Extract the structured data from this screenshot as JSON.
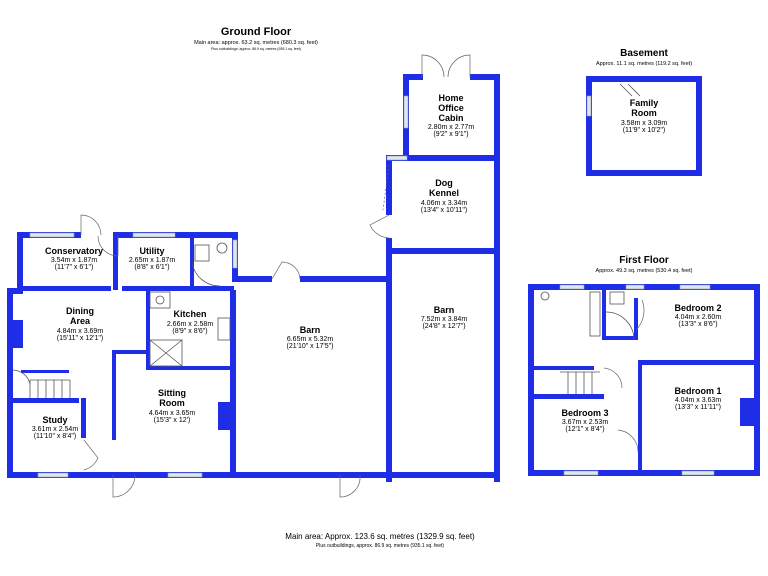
{
  "ground_floor": {
    "title": "Ground Floor",
    "main_area": "Main area: approx. 63.2 sq. metres (680.3 sq. feet)",
    "outbuildings": "Plus outbuildings: approx. 86.9 sq. metres (935.1 sq. feet)"
  },
  "basement": {
    "title": "Basement",
    "area": "Approx. 11.1 sq. metres (119.2 sq. feet)"
  },
  "first_floor": {
    "title": "First Floor",
    "area": "Approx. 49.3 sq. metres (530.4 sq. feet)"
  },
  "footer": {
    "main_area": "Main area: Approx. 123.6 sq. metres (1329.9 sq. feet)",
    "outbuildings": "Plus outbuildings, approx. 86.9 sq. metres (935.1 sq. feet)"
  },
  "rooms": {
    "conservatory": {
      "name": "Conservatory",
      "metric": "3.54m x 1.87m",
      "imperial": "(11'7\" x 6'1\")"
    },
    "utility": {
      "name": "Utility",
      "metric": "2.65m x 1.87m",
      "imperial": "(8'8\" x 6'1\")"
    },
    "dining": {
      "name1": "Dining",
      "name2": "Area",
      "metric": "4.84m x 3.69m",
      "imperial": "(15'11\" x 12'1\")"
    },
    "kitchen": {
      "name": "Kitchen",
      "metric": "2.66m x 2.58m",
      "imperial": "(8'9\" x 8'6\")"
    },
    "study": {
      "name": "Study",
      "metric": "3.61m x 2.54m",
      "imperial": "(11'10\" x 8'4\")"
    },
    "sitting": {
      "name1": "Sitting",
      "name2": "Room",
      "metric": "4.64m x 3.65m",
      "imperial": "(15'3\" x 12')"
    },
    "barn1": {
      "name": "Barn",
      "metric": "6.65m x 5.32m",
      "imperial": "(21'10\" x 17'5\")"
    },
    "barn2": {
      "name": "Barn",
      "metric": "7.52m x 3.84m",
      "imperial": "(24'8\" x 12'7\")"
    },
    "dog_kennel": {
      "name1": "Dog",
      "name2": "Kennel",
      "metric": "4.06m x 3.34m",
      "imperial": "(13'4\" x 10'11\")"
    },
    "home_office": {
      "name1": "Home",
      "name2": "Office",
      "name3": "Cabin",
      "metric": "2.80m x 2.77m",
      "imperial": "(9'2\" x 9'1\")"
    },
    "family_room": {
      "name1": "Family",
      "name2": "Room",
      "metric": "3.58m x 3.09m",
      "imperial": "(11'9\" x 10'2\")"
    },
    "bedroom2": {
      "name": "Bedroom 2",
      "metric": "4.04m x 2.60m",
      "imperial": "(13'3\" x 8'6\")"
    },
    "bedroom1": {
      "name": "Bedroom 1",
      "metric": "4.04m x 3.63m",
      "imperial": "(13'3\" x 11'11\")"
    },
    "bedroom3": {
      "name": "Bedroom 3",
      "metric": "3.67m x 2.53m",
      "imperial": "(12'1\" x 8'4\")"
    }
  },
  "colors": {
    "wall": "#1f2ee6",
    "window": "#dfe6ec"
  }
}
